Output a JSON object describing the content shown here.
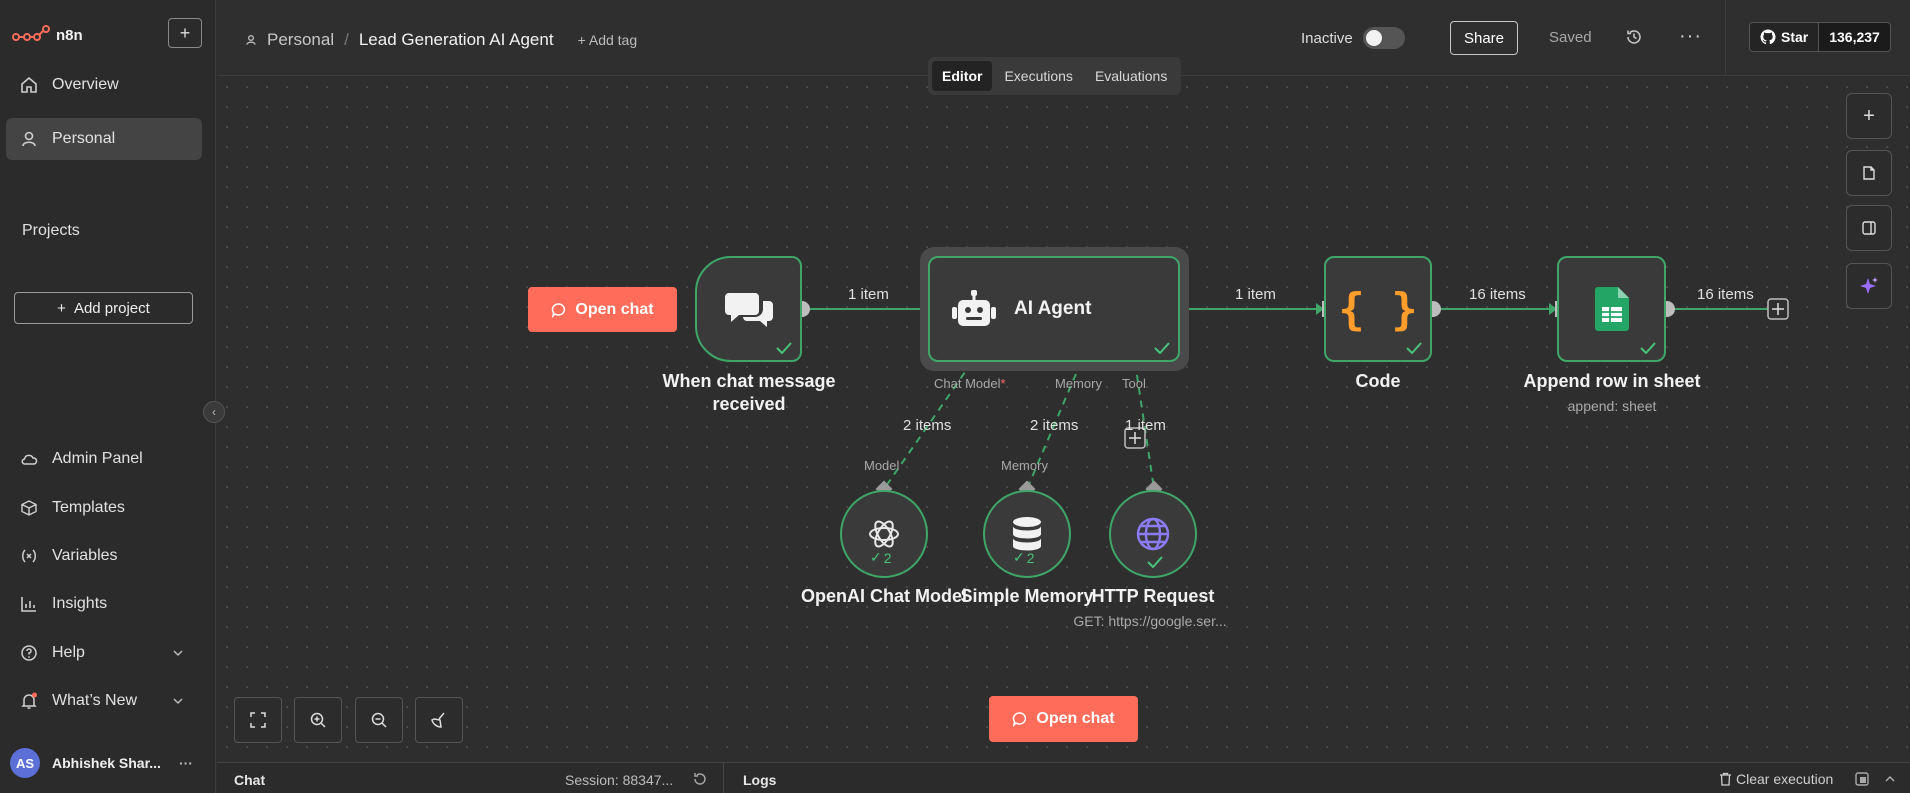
{
  "sidebar": {
    "logo_text": "n8n",
    "items": [
      {
        "label": "Overview",
        "icon": "home-icon"
      },
      {
        "label": "Personal",
        "icon": "user-icon"
      }
    ],
    "projects_heading": "Projects",
    "add_project": "Add project",
    "bottom_items": [
      {
        "label": "Admin Panel",
        "icon": "cloud-icon"
      },
      {
        "label": "Templates",
        "icon": "box-icon"
      },
      {
        "label": "Variables",
        "icon": "variable-icon"
      },
      {
        "label": "Insights",
        "icon": "chart-icon"
      },
      {
        "label": "Help",
        "icon": "help-icon"
      },
      {
        "label": "What’s New",
        "icon": "bell-icon"
      }
    ],
    "user": {
      "initials": "AS",
      "name": "Abhishek Shar..."
    }
  },
  "header": {
    "breadcrumb_project": "Personal",
    "breadcrumb_sep": "/",
    "workflow_name": "Lead Generation AI Agent",
    "add_tag": "+ Add tag",
    "status_label": "Inactive",
    "share": "Share",
    "saved": "Saved",
    "more": "···",
    "github_star": "Star",
    "github_count": "136,237"
  },
  "tabs": [
    "Editor",
    "Executions",
    "Evaluations"
  ],
  "canvas": {
    "open_chat": "Open chat",
    "nodes": {
      "trigger": {
        "label_line1": "When chat message",
        "label_line2": "received"
      },
      "agent": {
        "label": "AI Agent"
      },
      "code": {
        "label": "Code",
        "glyph": "{ }"
      },
      "sheets": {
        "label": "Append row in sheet",
        "sub": "append: sheet"
      },
      "openai": {
        "label": "OpenAI Chat Model",
        "count": "2"
      },
      "memory": {
        "label": "Simple Memory",
        "count": "2"
      },
      "http": {
        "label": "HTTP Request",
        "sub": "GET: https://google.ser..."
      }
    },
    "edges": {
      "trigger_agent": "1 item",
      "agent_code": "1 item",
      "code_sheets": "16 items",
      "sheets_out": "16 items",
      "model": "2 items",
      "memory": "2 items",
      "tool": "1 item"
    },
    "ports": {
      "chat_model": "Chat Model",
      "required": "*",
      "memory": "Memory",
      "tool": "Tool",
      "model_in": "Model",
      "memory_in": "Memory"
    }
  },
  "bottom": {
    "chat": "Chat",
    "session": "Session: 88347...",
    "logs": "Logs",
    "clear": "Clear execution"
  },
  "colors": {
    "accent": "#ff6d5a",
    "success": "#3fa66a",
    "canvas": "#2e2e2e"
  }
}
